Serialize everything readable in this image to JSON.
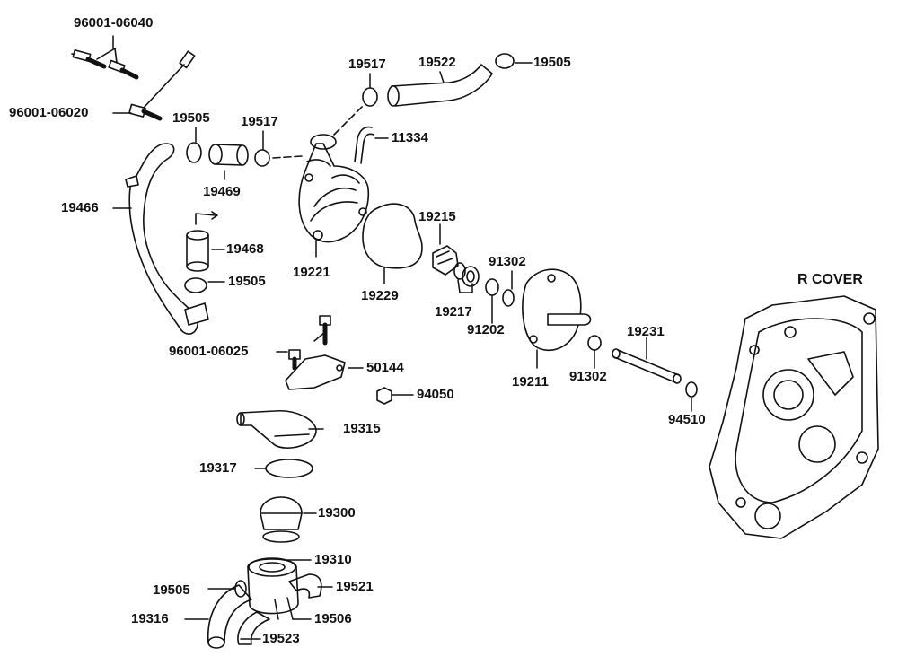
{
  "diagram": {
    "title": "R COVER",
    "part_numbers": {
      "bolt_upper": "96001-06040",
      "bolt_lower": "96001-06020",
      "clamp_a": "19505",
      "clamp_b": "19517",
      "hose_short": "19469",
      "hose_long": "19466",
      "hose_vertical": "19468",
      "clamp_c": "19505",
      "pump_body": "19221",
      "pipe_outlet": "11334",
      "clamp_d": "19517",
      "hose_upper": "19522",
      "clamp_e": "19505",
      "gasket": "19229",
      "impeller": "19215",
      "seal_assy": "19217",
      "oring_small": "91202",
      "oring_a": "91302",
      "pump_cover": "19211",
      "oring_b": "91302",
      "shaft": "19231",
      "washer": "94510",
      "bolt_bracket": "96001-06025",
      "bracket": "50144",
      "nut": "94050",
      "thermostat_cover": "19315",
      "oring_thermo": "19317",
      "thermostat": "19300",
      "housing": "19310",
      "clamp_f": "19505",
      "housing_body": "19316",
      "hose_right": "19521",
      "clamp_g": "19506",
      "hose_lower": "19523"
    }
  }
}
